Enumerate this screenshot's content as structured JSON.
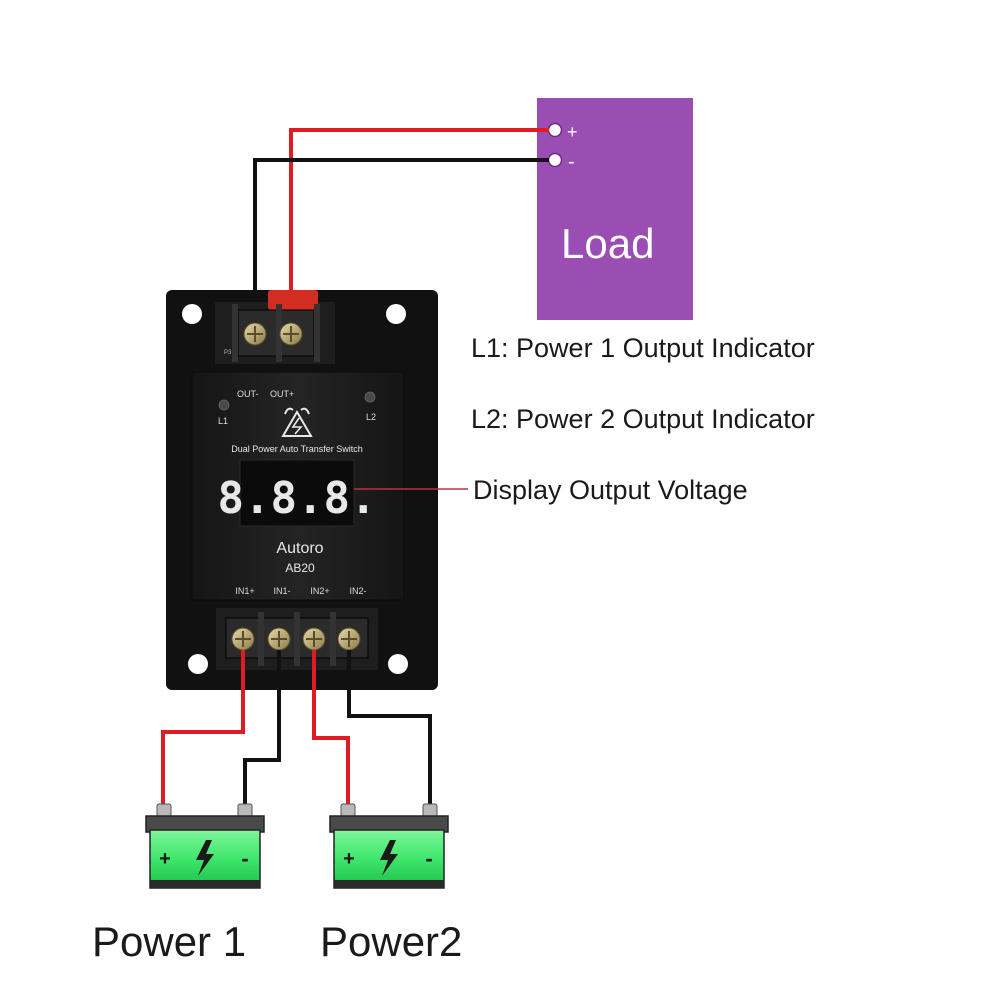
{
  "load": {
    "title": "Load",
    "plus": "+",
    "minus": "-"
  },
  "annotations": {
    "l1": "L1: Power 1 Output Indicator",
    "l2": "L2: Power 2 Output Indicator",
    "display": "Display Output Voltage"
  },
  "device": {
    "out_minus": "OUT-",
    "out_plus": "OUT+",
    "l1": "L1",
    "l2": "L2",
    "product_name": "Dual Power Auto Transfer Switch",
    "display_value": "8.8.8.",
    "brand": "Autoro",
    "model": "AB20",
    "terminal_code": "P3",
    "inputs": [
      "IN1+",
      "IN1-",
      "IN2+",
      "IN2-"
    ]
  },
  "batteries": {
    "power1": {
      "label": "Power 1",
      "plus": "+",
      "minus": "-"
    },
    "power2": {
      "label": "Power2",
      "plus": "+",
      "minus": "-"
    }
  },
  "colors": {
    "load_fill": "#9a4eb3",
    "wire_positive": "#e01b22",
    "wire_negative": "#111111",
    "device_body": "#1c1c1c",
    "display_digits": "#e8e8e8",
    "battery_green": "#3ee66b"
  }
}
